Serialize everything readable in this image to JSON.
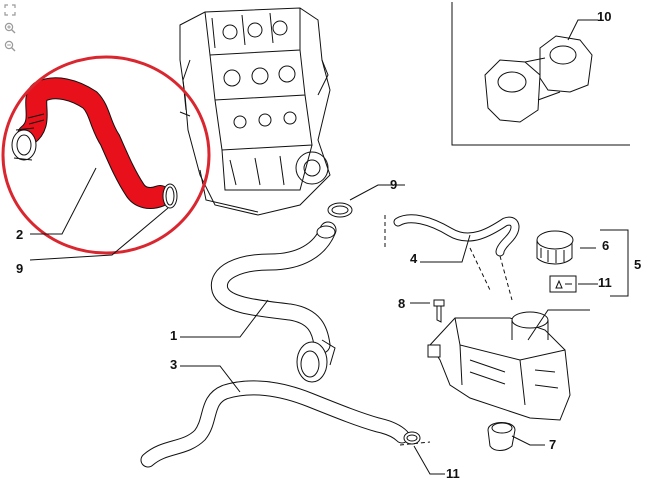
{
  "toolbar": {
    "fit_icon": "fit-to-screen-icon",
    "zoom_in_icon": "zoom-in-icon",
    "zoom_out_icon": "zoom-out-icon"
  },
  "highlight_color": "#d9262f",
  "hose_highlight_color": "#e8101a",
  "callouts": {
    "c1": "1",
    "c2": "2",
    "c3": "3",
    "c4": "4",
    "c5": "5",
    "c6": "6",
    "c7": "7",
    "c8": "8",
    "c9_top": "9",
    "c9_left": "9",
    "c10": "10",
    "c11_tank": "11",
    "c11_bottom": "11"
  }
}
